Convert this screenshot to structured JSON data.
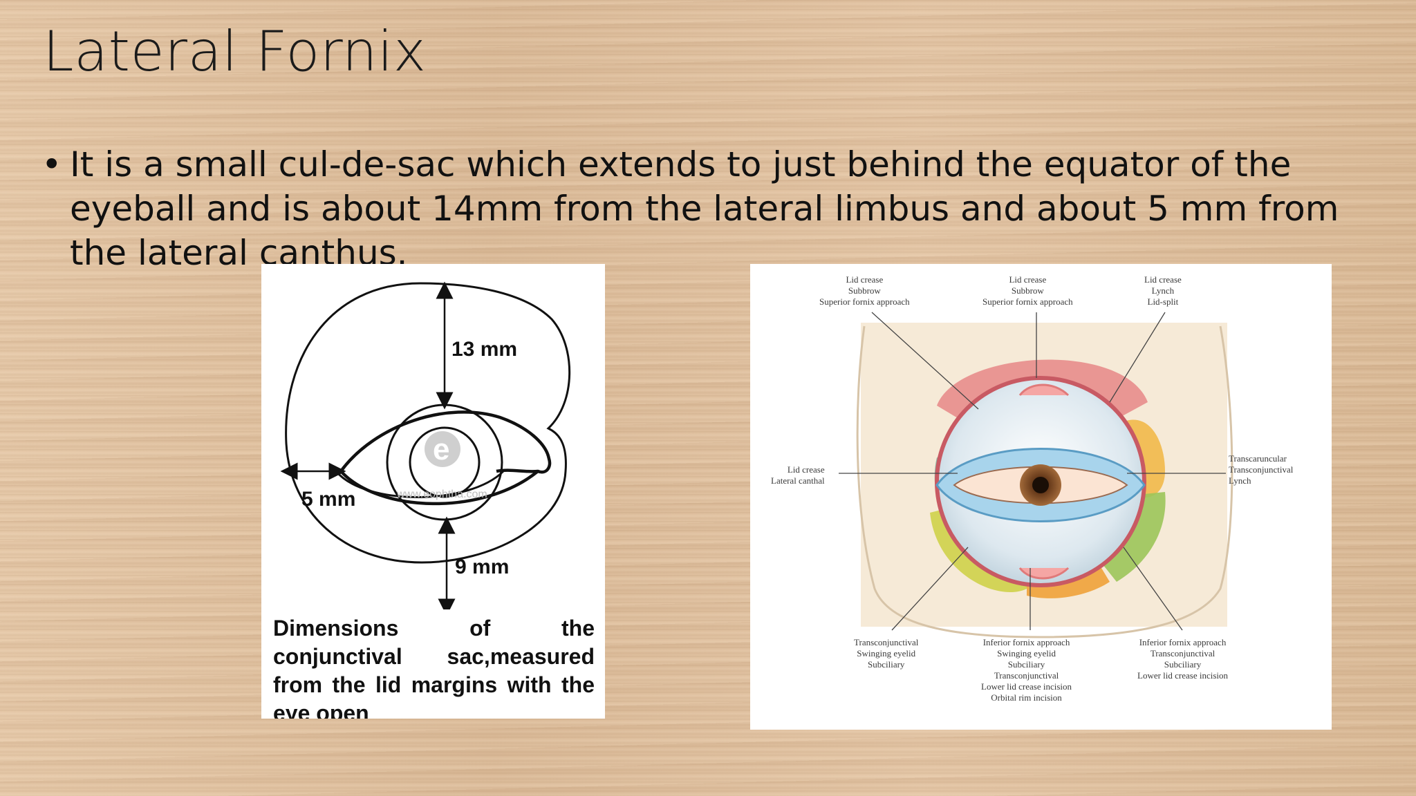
{
  "slide": {
    "title": "Lateral Fornix",
    "bullet_marker": "•",
    "bullet_text": "It is a small cul-de-sac which extends to just behind the equator of the eyeball and is about 14mm from the lateral limbus and about 5 mm from the lateral canthus."
  },
  "left_figure": {
    "dim_top": "13 mm",
    "dim_lateral": "5 mm",
    "dim_bottom": "9 mm",
    "watermark_letter": "e",
    "watermark_url": "www.eophtha.com",
    "caption": "Dimensions of the conjunctival sac,measured from the lid margins with the eye open"
  },
  "right_figure": {
    "top_left": [
      "Lid crease",
      "Subbrow",
      "Superior fornix approach"
    ],
    "top_center": [
      "Lid crease",
      "Subbrow",
      "Superior fornix approach"
    ],
    "top_right": [
      "Lid crease",
      "Lynch",
      "Lid-split"
    ],
    "mid_left": [
      "Lid crease",
      "Lateral canthal"
    ],
    "mid_right": [
      "Transcaruncular",
      "Transconjunctival",
      "Lynch"
    ],
    "bottom_left": [
      "Transconjunctival",
      "Swinging eyelid",
      "Subciliary"
    ],
    "bottom_center": [
      "Inferior fornix approach",
      "Swinging eyelid",
      "Subciliary",
      "Transconjunctival",
      "Lower lid crease incision",
      "Orbital rim incision"
    ],
    "bottom_right": [
      "Inferior fornix approach",
      "Transconjunctival",
      "Subciliary",
      "Lower lid crease incision"
    ]
  }
}
